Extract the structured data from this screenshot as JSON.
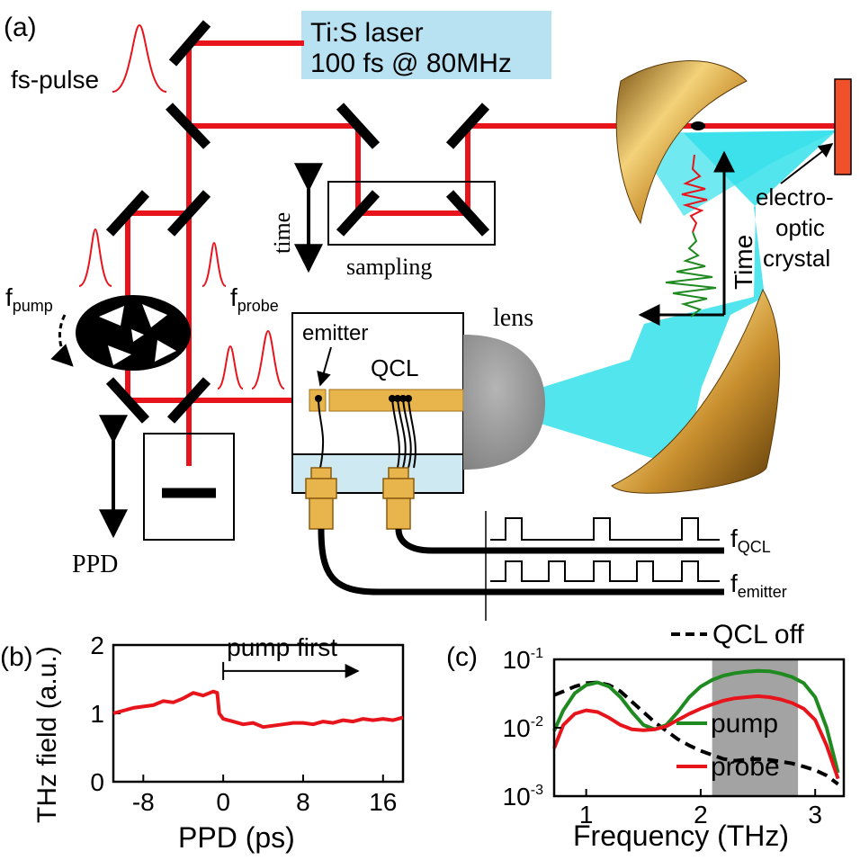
{
  "panel_a": {
    "label": "(a)",
    "laser_line1": "Ti:S laser",
    "laser_line2": "100 fs @ 80MHz",
    "fs_pulse": "fs-pulse",
    "time": "time",
    "sampling": "sampling",
    "f_pump_main": "f",
    "f_pump_sub": "pump",
    "f_probe_main": "f",
    "f_probe_sub": "probe",
    "lens": "lens",
    "emitter": "emitter",
    "qcl": "QCL",
    "ppd": "PPD",
    "time_axis": "Time",
    "eo_line1": "electro-",
    "eo_line2": "optic",
    "eo_line3": "crystal",
    "f_qcl_main": "f",
    "f_qcl_sub": "QCL",
    "f_emitter_main": "f",
    "f_emitter_sub": "emitter",
    "colors": {
      "beam": "#e8141c",
      "thz": "#34e0ea",
      "gold": "#e8b44c",
      "laser_box": "#b8e2f2"
    }
  },
  "chart_data": [
    {
      "type": "line",
      "panel_label": "(b)",
      "xlabel": "PPD (ps)",
      "ylabel": "THz field (a.u.)",
      "xlim": [
        -11,
        18
      ],
      "ylim": [
        0,
        2
      ],
      "xticks": [
        "-8",
        "0",
        "8",
        "16"
      ],
      "xtick_values": [
        -8,
        0,
        8,
        16
      ],
      "yticks": [
        "0",
        "1",
        "2"
      ],
      "ytick_values": [
        0,
        1,
        2
      ],
      "annotation": "pump first",
      "series": [
        {
          "color": "#e8141c",
          "x": [
            -11,
            -10,
            -9,
            -8,
            -7,
            -6,
            -5,
            -4,
            -3,
            -2,
            -1,
            -0.6,
            -0.4,
            0,
            1,
            2,
            3,
            4,
            5,
            6,
            7,
            8,
            9,
            10,
            11,
            12,
            13,
            14,
            15,
            16,
            17,
            18
          ],
          "y": [
            1.0,
            1.04,
            1.08,
            1.1,
            1.12,
            1.18,
            1.16,
            1.22,
            1.3,
            1.26,
            1.32,
            1.3,
            1.0,
            0.92,
            0.88,
            0.84,
            0.86,
            0.8,
            0.82,
            0.84,
            0.86,
            0.86,
            0.84,
            0.88,
            0.86,
            0.9,
            0.88,
            0.92,
            0.9,
            0.92,
            0.9,
            0.94
          ]
        }
      ]
    },
    {
      "type": "line",
      "panel_label": "(c)",
      "xlabel": "Frequency (THz)",
      "xlim": [
        0.72,
        3.25
      ],
      "ylim": [
        0.001,
        0.1
      ],
      "y_scale": "log",
      "xticks": [
        "1",
        "2",
        "3"
      ],
      "xtick_values": [
        1,
        2,
        3
      ],
      "ytick_values": [
        0.001,
        0.01,
        0.1
      ],
      "ytick_base": "10",
      "ytick_exps": [
        "-3",
        "-2",
        "-1"
      ],
      "shaded_range": [
        2.1,
        2.85
      ],
      "series": [
        {
          "name": "QCL off",
          "color": "#000000",
          "dash": true,
          "x": [
            0.72,
            0.8,
            0.9,
            1.0,
            1.1,
            1.2,
            1.3,
            1.4,
            1.5,
            1.6,
            1.7,
            1.8,
            1.9,
            2.0,
            2.1,
            2.2,
            2.3,
            2.4,
            2.5,
            2.6,
            2.7,
            2.8,
            2.9,
            3.0,
            3.1,
            3.2
          ],
          "y": [
            0.03,
            0.034,
            0.04,
            0.045,
            0.046,
            0.042,
            0.034,
            0.024,
            0.017,
            0.012,
            0.009,
            0.0068,
            0.0055,
            0.0046,
            0.004,
            0.0035,
            0.0033,
            0.0034,
            0.0035,
            0.0034,
            0.0032,
            0.003,
            0.0027,
            0.0024,
            0.002,
            0.0015
          ]
        },
        {
          "name": "pump",
          "color": "#1f8a1f",
          "x": [
            0.72,
            0.8,
            0.9,
            1.0,
            1.1,
            1.2,
            1.3,
            1.4,
            1.5,
            1.6,
            1.7,
            1.8,
            1.9,
            2.0,
            2.1,
            2.2,
            2.3,
            2.4,
            2.5,
            2.6,
            2.7,
            2.8,
            2.9,
            3.0,
            3.1,
            3.2
          ],
          "y": [
            0.009,
            0.018,
            0.032,
            0.042,
            0.046,
            0.04,
            0.028,
            0.017,
            0.011,
            0.0095,
            0.011,
            0.017,
            0.028,
            0.04,
            0.05,
            0.058,
            0.063,
            0.066,
            0.068,
            0.067,
            0.062,
            0.055,
            0.045,
            0.028,
            0.01,
            0.0022
          ]
        },
        {
          "name": "probe",
          "color": "#e8141c",
          "x": [
            0.72,
            0.8,
            0.9,
            1.0,
            1.1,
            1.2,
            1.3,
            1.4,
            1.5,
            1.6,
            1.7,
            1.8,
            1.9,
            2.0,
            2.1,
            2.2,
            2.3,
            2.4,
            2.5,
            2.6,
            2.7,
            2.8,
            2.9,
            3.0,
            3.1,
            3.2
          ],
          "y": [
            0.005,
            0.011,
            0.016,
            0.018,
            0.017,
            0.014,
            0.011,
            0.0095,
            0.0092,
            0.0095,
            0.0105,
            0.013,
            0.016,
            0.019,
            0.022,
            0.025,
            0.027,
            0.028,
            0.029,
            0.028,
            0.026,
            0.023,
            0.019,
            0.013,
            0.0055,
            0.0018
          ]
        }
      ]
    }
  ]
}
